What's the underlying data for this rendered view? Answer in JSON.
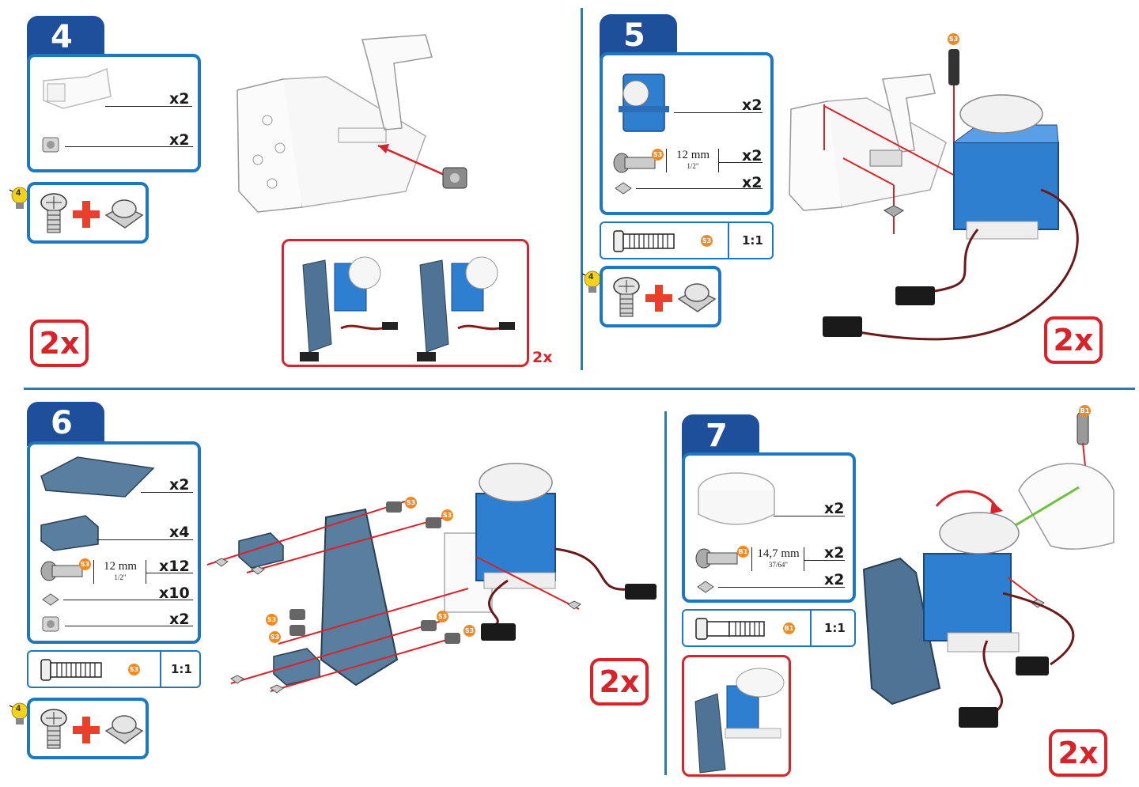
{
  "steps": [
    {
      "number": "4",
      "parts": [
        {
          "qty": "x2"
        },
        {
          "qty": "x2"
        }
      ],
      "multiplier": "2x",
      "detail_multiplier": "2x"
    },
    {
      "number": "5",
      "parts": [
        {
          "qty": "x2"
        },
        {
          "qty": "x2"
        },
        {
          "qty": "x2"
        }
      ],
      "screw_length": "12 mm",
      "screw_length_in": "1/2\"",
      "screw_code": "S3",
      "scale": "1:1",
      "multiplier": "2x"
    },
    {
      "number": "6",
      "parts": [
        {
          "qty": "x2"
        },
        {
          "qty": "x4"
        },
        {
          "qty": "x12"
        },
        {
          "qty": "x10"
        },
        {
          "qty": "x2"
        }
      ],
      "screw_length": "12 mm",
      "screw_length_in": "1/2\"",
      "screw_code": "S3",
      "scale": "1:1",
      "multiplier": "2x"
    },
    {
      "number": "7",
      "parts": [
        {
          "qty": "x2"
        },
        {
          "qty": "x2"
        },
        {
          "qty": "x2"
        }
      ],
      "screw_length": "14,7 mm",
      "screw_length_in": "37/64\"",
      "screw_code": "B1",
      "scale": "1:1",
      "multiplier": "2x"
    }
  ],
  "tip_number": "4",
  "colors": {
    "accent_blue": "#1d78c0",
    "tab_blue": "#1d4f9a",
    "servo_blue": "#2f7fd1",
    "bracket_slate": "#4f7394",
    "warning_red": "#d8232a",
    "badge_orange": "#f08a24"
  }
}
